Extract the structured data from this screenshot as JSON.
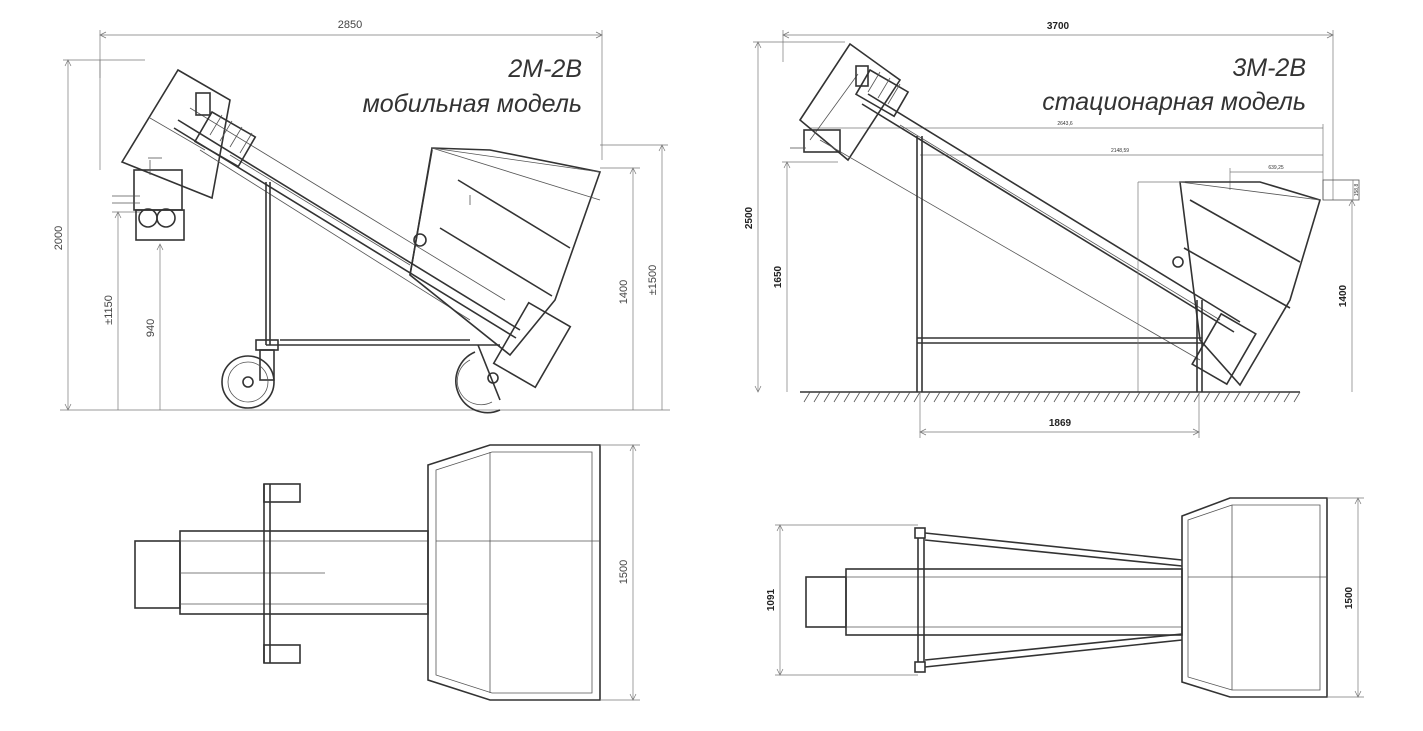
{
  "mobile_model": {
    "code": "2М-2В",
    "subtitle": "мобильная модель",
    "dims": {
      "length": "2850",
      "height_total": "2000",
      "height_outlet": "±1150",
      "height_inlet": "940",
      "height_hopper": "1400",
      "height_hopper_max": "±1500",
      "width": "1500"
    }
  },
  "stationary_model": {
    "code": "3М-2В",
    "subtitle": "стационарная модель",
    "dims": {
      "length": "3700",
      "height_total": "2500",
      "height_outlet": "1650",
      "height_hopper": "1400",
      "frame_length": "1869",
      "width_frame": "1091",
      "width": "1500",
      "small_a": "2643,6",
      "small_b": "2148,59",
      "small_c": "639,25",
      "small_d": "158,8"
    }
  }
}
